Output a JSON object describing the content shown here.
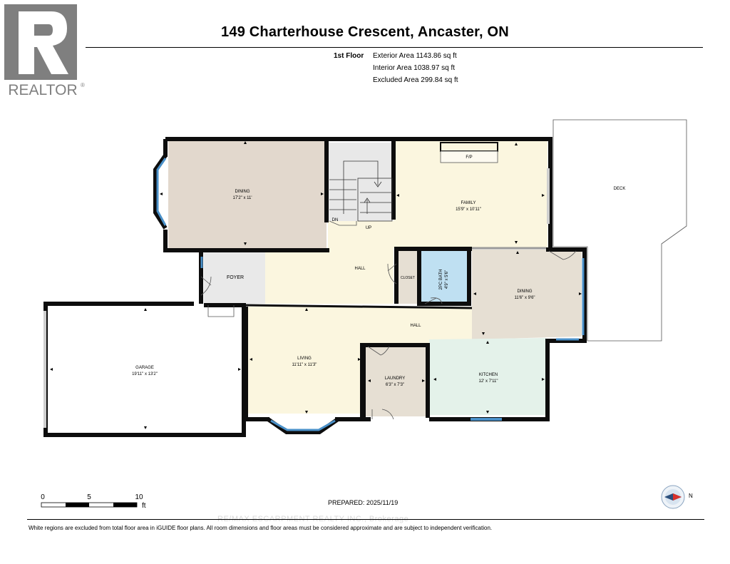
{
  "header": {
    "logo_text": "REALTOR",
    "title": "149 Charterhouse Crescent, Ancaster, ON",
    "floor_label": "1st Floor",
    "areas": [
      "Exterior Area 1143.86 sq ft",
      "Interior Area 1038.97 sq ft",
      "Excluded Area 299.84 sq ft"
    ]
  },
  "rooms": {
    "dining_upper": {
      "name": "DINING",
      "dims": "17'2\" x 11'"
    },
    "family": {
      "name": "FAMILY",
      "dims": "15'9\" x 10'11\""
    },
    "deck": {
      "name": "DECK"
    },
    "foyer": {
      "name": "FOYER"
    },
    "hall_upper": {
      "name": "HALL"
    },
    "closet": {
      "name": "CLOSET"
    },
    "bath": {
      "name": "2PC BATH",
      "dims": "4'9\" x 5'6\""
    },
    "dining_lower": {
      "name": "DINING",
      "dims": "11'6\" x 9'6\""
    },
    "hall_lower": {
      "name": "HALL"
    },
    "garage": {
      "name": "GARAGE",
      "dims": "19'11\" x 13'2\""
    },
    "living": {
      "name": "LIVING",
      "dims": "11'11\" x 11'3\""
    },
    "laundry": {
      "name": "LAUNDRY",
      "dims": "6'3\" x 7'3\""
    },
    "kitchen": {
      "name": "KITCHEN",
      "dims": "12' x 7'11\""
    }
  },
  "labels": {
    "fireplace": "F/P",
    "stairs_down": "DN",
    "stairs_up": "UP"
  },
  "scale": {
    "ticks": [
      "0",
      "5",
      "10"
    ],
    "unit": "ft"
  },
  "compass": {
    "north": "N"
  },
  "footer": {
    "prepared": "PREPARED: 2025/11/19",
    "watermark": "RE/MAX ESCARPMENT REALTY INC., Brokerage",
    "disclaimer": "White regions are excluded from total floor area in iGUIDE floor plans. All room dimensions and floor areas must be considered approximate and are subject to independent verification."
  },
  "colors": {
    "wall": "#0d0d0d",
    "window": "#4a90c8",
    "dining_upper": "#e2d8cd",
    "foyer": "#e9e9e9",
    "hall": "#fbf6df",
    "family": "#fbf6df",
    "bath": "#bfe0f2",
    "dining_lower": "#e6dfd3",
    "living": "#fbf6df",
    "laundry": "#e6dfd3",
    "kitchen": "#e4f2ea",
    "stairs": "#e8e8e8"
  }
}
